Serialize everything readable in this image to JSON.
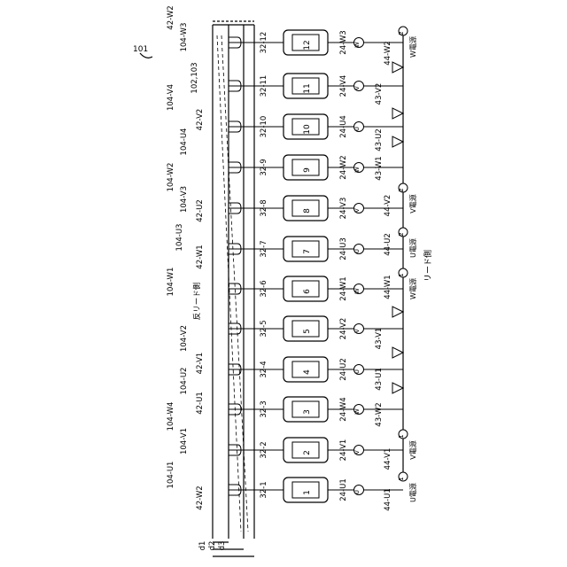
{
  "figure": {
    "ref": "101"
  },
  "slots": [
    {
      "num": "1",
      "core": "32-1",
      "coil": "24-U1",
      "phase": "U",
      "sym": "U"
    },
    {
      "num": "2",
      "core": "32-2",
      "coil": "24-V1",
      "phase": "V",
      "sym": "V"
    },
    {
      "num": "3",
      "core": "32-3",
      "coil": "24-W4",
      "phase": "W",
      "sym": "W"
    },
    {
      "num": "4",
      "core": "32-4",
      "coil": "24-U2",
      "phase": "U",
      "sym": "U"
    },
    {
      "num": "5",
      "core": "32-5",
      "coil": "24-V2",
      "phase": "V",
      "sym": "V"
    },
    {
      "num": "6",
      "core": "32-6",
      "coil": "24-W1",
      "phase": "W",
      "sym": "W"
    },
    {
      "num": "7",
      "core": "32-7",
      "coil": "24-U3",
      "phase": "U",
      "sym": "U"
    },
    {
      "num": "8",
      "core": "32-8",
      "coil": "24-V3",
      "phase": "V",
      "sym": "V"
    },
    {
      "num": "9",
      "core": "32-9",
      "coil": "24-W2",
      "phase": "W",
      "sym": "W"
    },
    {
      "num": "10",
      "core": "32-10",
      "coil": "24-U4",
      "phase": "U",
      "sym": "U"
    },
    {
      "num": "11",
      "core": "32-11",
      "coil": "24-V4",
      "phase": "V",
      "sym": "V"
    },
    {
      "num": "12",
      "core": "32-12",
      "coil": "24-W3",
      "phase": "W",
      "sym": "W"
    }
  ],
  "left_labels": [
    {
      "id": "l01",
      "text": "42-W2"
    },
    {
      "id": "l02",
      "text": "104-W3"
    },
    {
      "id": "l03",
      "text": "102,103"
    },
    {
      "id": "l04",
      "text": "104-V4"
    },
    {
      "id": "l05",
      "text": "42-V2"
    },
    {
      "id": "l06",
      "text": "104-U4"
    },
    {
      "id": "l07",
      "text": "42-U2"
    },
    {
      "id": "l08",
      "text": "104-W2"
    },
    {
      "id": "l09",
      "text": "104-V3"
    },
    {
      "id": "l10",
      "text": "104-U3"
    },
    {
      "id": "l11",
      "text": "42-W1"
    },
    {
      "id": "l12",
      "text": "104-W1"
    },
    {
      "id": "l13",
      "text": "反リード側"
    },
    {
      "id": "l14",
      "text": "104-V2"
    },
    {
      "id": "l15",
      "text": "42-V1"
    },
    {
      "id": "l16",
      "text": "104-U2"
    },
    {
      "id": "l17",
      "text": "42-U1"
    },
    {
      "id": "l18",
      "text": "104-W4"
    },
    {
      "id": "l19",
      "text": "104-V1"
    },
    {
      "id": "l20",
      "text": "104-U1"
    },
    {
      "id": "l21",
      "text": "42-W2"
    }
  ],
  "right_labels": [
    {
      "id": "r01",
      "text": "43-V2"
    },
    {
      "id": "r02",
      "text": "43-U2"
    },
    {
      "id": "r03",
      "text": "43-W1"
    },
    {
      "id": "r04",
      "text": "43-V1"
    },
    {
      "id": "r05",
      "text": "43-U1"
    },
    {
      "id": "r06",
      "text": "43-W2"
    },
    {
      "id": "r07",
      "text": "44-W2"
    },
    {
      "id": "r08",
      "text": "44-V2"
    },
    {
      "id": "r09",
      "text": "44-U2"
    },
    {
      "id": "r10",
      "text": "44-W1"
    },
    {
      "id": "r11",
      "text": "44-V1"
    },
    {
      "id": "r12",
      "text": "44-U1"
    }
  ],
  "terminals": [
    {
      "id": "t1",
      "num": "2",
      "name": "W電源"
    },
    {
      "id": "t2",
      "num": "2",
      "name": "V電源"
    },
    {
      "id": "t3",
      "num": "2",
      "name": "U電源"
    },
    {
      "id": "t4",
      "num": "1",
      "name": "W電源"
    },
    {
      "id": "t5",
      "num": "1",
      "name": "V電源"
    },
    {
      "id": "t6",
      "num": "1",
      "name": "U電源"
    }
  ],
  "lead_side_label": "リード側",
  "dims": [
    "d1",
    "d2",
    "d3"
  ],
  "colors": {
    "line": "#000000",
    "background": "#ffffff"
  }
}
